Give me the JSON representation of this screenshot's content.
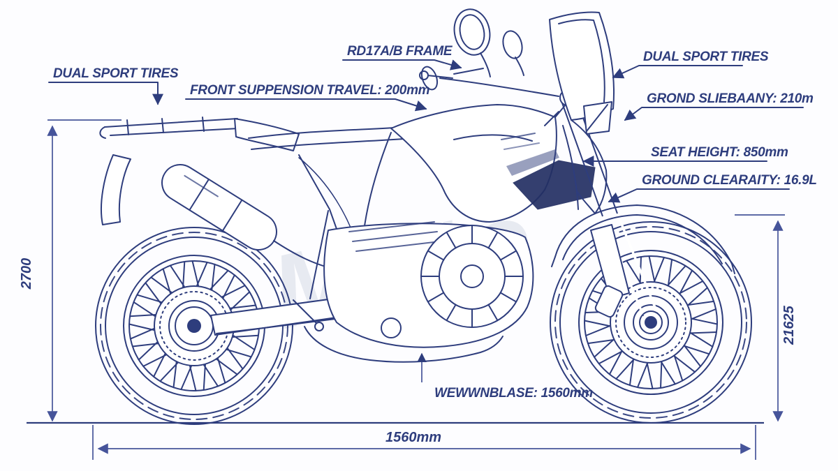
{
  "colors": {
    "ink": "#2e3d7d",
    "dimension_line": "#46549a",
    "dark_panel": "#232f63",
    "background": "#fdfdff"
  },
  "watermark": "Moto",
  "callouts": {
    "rear_tires": "DUAL SPORT TIRES",
    "front_suspension_travel": "FRONT SUPPENSION TRAVEL: 200mm",
    "frame": "RD17A/B FRAME",
    "front_tires": "DUAL SPORT TIRES",
    "ground_clearance_front": "GROND SLIEBAANY: 210m",
    "seat_height": "SEAT HEIGHT: 850mm",
    "ground_clearance": "GROUND CLEARAITY: 16.9L",
    "wheelbase": "WEWWNBLASE: 1560mm"
  },
  "dimensions": {
    "overall_height": "2700",
    "overall_length": "1560mm",
    "front_height": "21625"
  }
}
